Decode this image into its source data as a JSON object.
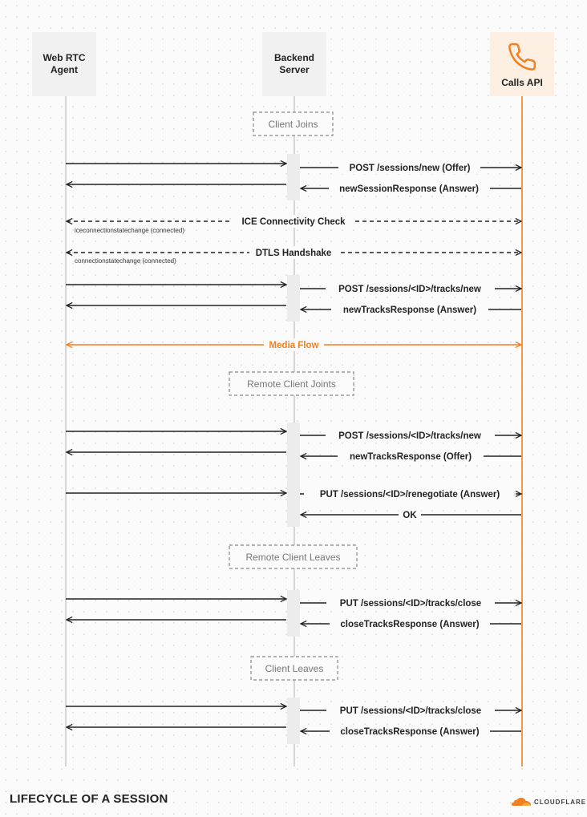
{
  "actors": {
    "web": {
      "line1": "Web RTC",
      "line2": "Agent"
    },
    "backend": {
      "line1": "Backend",
      "line2": "Server"
    },
    "calls": {
      "label": "Calls API",
      "icon": "phone-icon"
    }
  },
  "phases": {
    "client_joins": "Client Joins",
    "remote_client_joints": "Remote Client Joints",
    "remote_client_leaves": "Remote Client Leaves",
    "client_leaves": "Client Leaves"
  },
  "messages": {
    "post_sessions_new": "POST /sessions/new (Offer)",
    "new_session_response": "newSessionResponse (Answer)",
    "ice_check": "ICE Connectivity Check",
    "ice_state": "iceconnectionstatechange (connected)",
    "dtls": "DTLS Handshake",
    "dtls_state": "connectionstatechange (connected)",
    "post_tracks_new_1": "POST /sessions/<ID>/tracks/new",
    "new_tracks_response_answer": "newTracksResponse (Answer)",
    "media_flow": "Media Flow",
    "post_tracks_new_2": "POST /sessions/<ID>/tracks/new",
    "new_tracks_response_offer": "newTracksResponse (Offer)",
    "put_renegotiate": "PUT /sessions/<ID>/renegotiate (Answer)",
    "ok": "OK",
    "put_tracks_close_1": "PUT /sessions/<ID>/tracks/close",
    "close_tracks_response_1": "closeTracksResponse (Answer)",
    "put_tracks_close_2": "PUT /sessions/<ID>/tracks/close",
    "close_tracks_response_2": "closeTracksResponse (Answer)"
  },
  "footer": {
    "title": "LIFECYCLE OF A SESSION",
    "brand": "CLOUDFLARE"
  },
  "colors": {
    "accent": "#f38020",
    "line": "#222222",
    "lifeline": "#bdbdbd",
    "calls_bg": "#fdf0e2",
    "actor_bg": "#f1f1f1"
  }
}
